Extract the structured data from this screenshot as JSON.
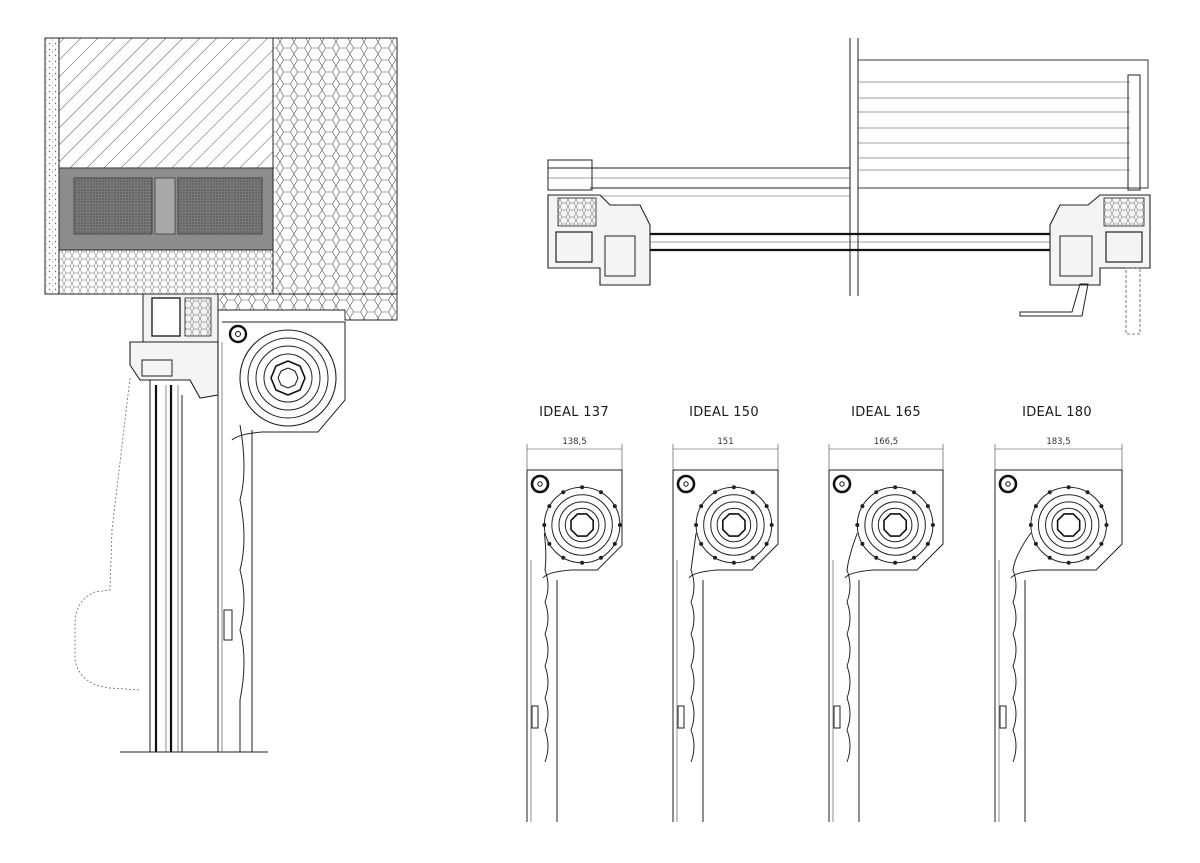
{
  "variants": [
    {
      "title": "IDEAL 137",
      "width_label": "138,5"
    },
    {
      "title": "IDEAL 150",
      "width_label": "151"
    },
    {
      "title": "IDEAL 165",
      "width_label": "166,5"
    },
    {
      "title": "IDEAL 180",
      "width_label": "183,5"
    }
  ],
  "colors": {
    "line": "#222222",
    "concrete": "#e8e8e8",
    "insulation_dark": "#8a8a8a",
    "hex_fill": "#ffffff"
  }
}
